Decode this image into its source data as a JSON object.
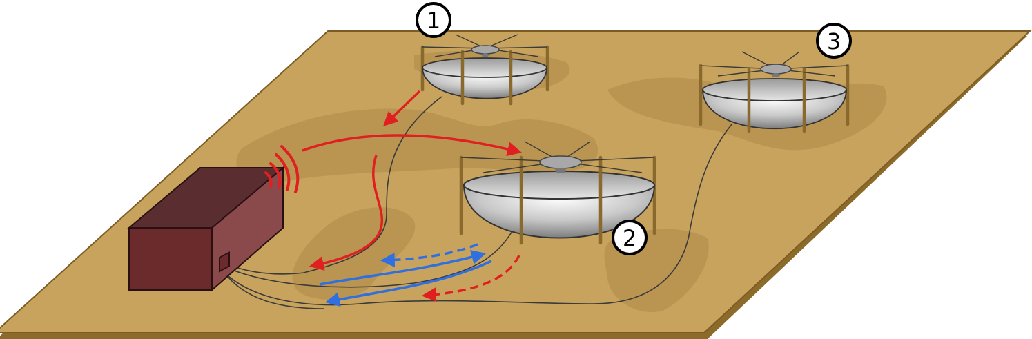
{
  "diagram": {
    "antennas": [
      {
        "label": "1"
      },
      {
        "label": "2"
      },
      {
        "label": "3"
      }
    ],
    "colors": {
      "ground": "#c8a35d",
      "ground_edge": "#8c6a2a",
      "ground_shadow": "#b08c4c",
      "transmitter_front": "#6b2a2c",
      "transmitter_side": "#8a4a4c",
      "transmitter_top": "#5a2e30",
      "signal_red": "#e02020",
      "signal_blue": "#2f6fe0",
      "leg_wood": "#8a6a2c"
    },
    "icons": [
      "antenna-dish-icon",
      "transmitter-box-icon",
      "radio-wave-icon"
    ]
  }
}
